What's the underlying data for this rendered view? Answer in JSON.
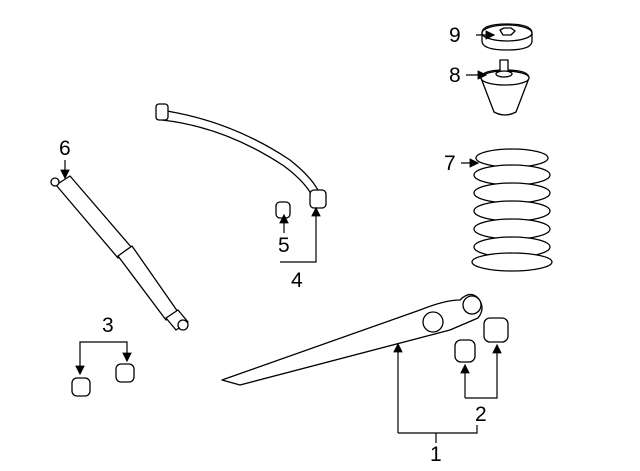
{
  "callouts": [
    {
      "number": "1",
      "part": "lower-control-arm"
    },
    {
      "number": "2",
      "part": "control-arm-bushings"
    },
    {
      "number": "3",
      "part": "shock-bushings"
    },
    {
      "number": "4",
      "part": "stabilizer-bar"
    },
    {
      "number": "5",
      "part": "stabilizer-bushing"
    },
    {
      "number": "6",
      "part": "shock-absorber"
    },
    {
      "number": "7",
      "part": "coil-spring"
    },
    {
      "number": "8",
      "part": "bump-stop"
    },
    {
      "number": "9",
      "part": "spring-insulator"
    }
  ]
}
